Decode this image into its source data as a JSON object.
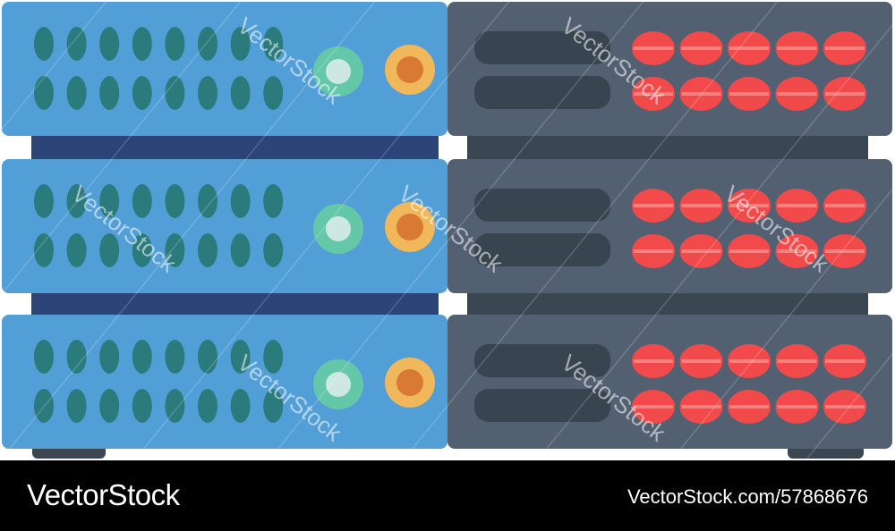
{
  "watermark": {
    "text": "VectorStock"
  },
  "footer": {
    "brand": "VectorStock",
    "stock_id": "VectorStock.com/57868676"
  },
  "colors": {
    "blue_panel": "#529fd8",
    "blue_vent": "#2b7a7c",
    "navy_strip": "#2d4478",
    "gray_panel": "#526072",
    "gray_slot": "#384550",
    "dark_strip": "#3a4753",
    "red_led": "#f24a4a",
    "green_button": "#64c8a8",
    "orange_button": "#f0b85a",
    "orange_core": "#d97a34"
  },
  "rack": {
    "unit_count": 3,
    "vent_columns": 8,
    "vent_rows": 2,
    "led_columns": 5,
    "led_rows": 2,
    "slot_count": 2
  }
}
